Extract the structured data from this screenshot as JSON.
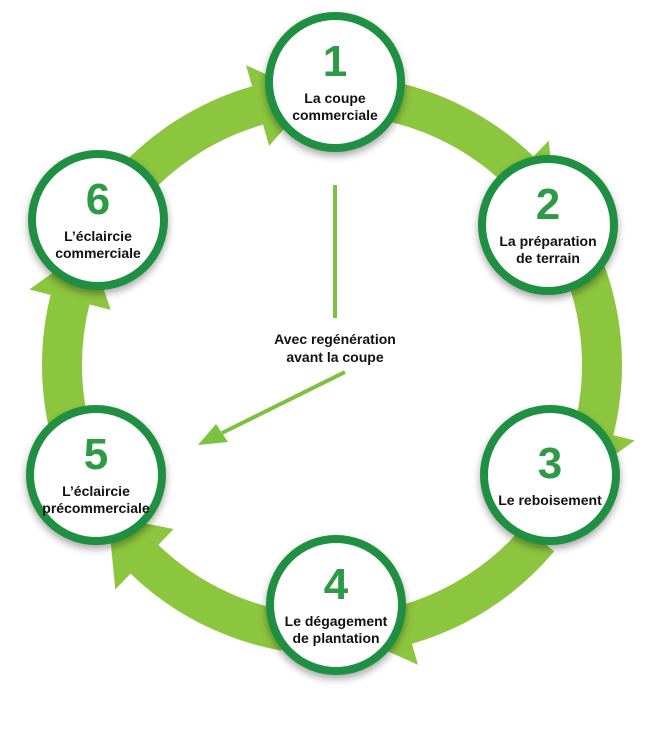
{
  "colors": {
    "arrow_green": "#8cc63f",
    "ring_green": "#1f8f42",
    "number_green": "#2e9a45",
    "line_green": "#7dc142"
  },
  "steps": [
    {
      "number": "1",
      "label_line1": "La coupe",
      "label_line2": "commerciale"
    },
    {
      "number": "2",
      "label_line1": "La préparation",
      "label_line2": "de terrain"
    },
    {
      "number": "3",
      "label_line1": "Le reboisement",
      "label_line2": ""
    },
    {
      "number": "4",
      "label_line1": "Le dégagement",
      "label_line2": "de plantation"
    },
    {
      "number": "5",
      "label_line1": "L’éclaircie",
      "label_line2": "précommerciale"
    },
    {
      "number": "6",
      "label_line1": "L’éclaircie",
      "label_line2": "commerciale"
    }
  ],
  "center_note": {
    "line1": "Avec regénération",
    "line2": "avant la coupe"
  }
}
